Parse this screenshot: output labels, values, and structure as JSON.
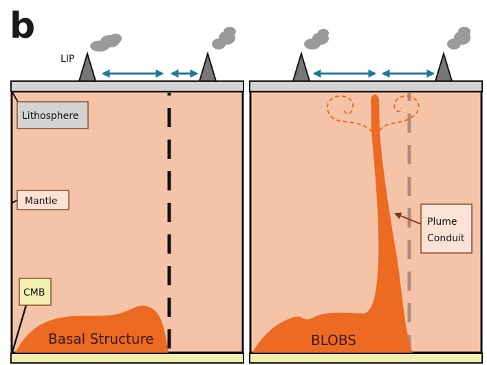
{
  "panel_letter": "b",
  "colors": {
    "mantle": "#f5c4a8",
    "plume": "#ec6a22",
    "lithosphere": "#d3d3d3",
    "cmb": "#f0eeb0",
    "arrow": "#1e7898",
    "volcano": "#777777",
    "cloud": "#9a9a9a"
  },
  "left_panel": {
    "lip_label": "LIP",
    "labels": {
      "lithosphere": "Lithosphere",
      "mantle": "Mantle",
      "cmb": "CMB"
    },
    "structure_label": "Basal Structure"
  },
  "right_panel": {
    "structure_label": "BLOBS",
    "conduit_label_line1": "Plume",
    "conduit_label_line2": "Conduit"
  }
}
